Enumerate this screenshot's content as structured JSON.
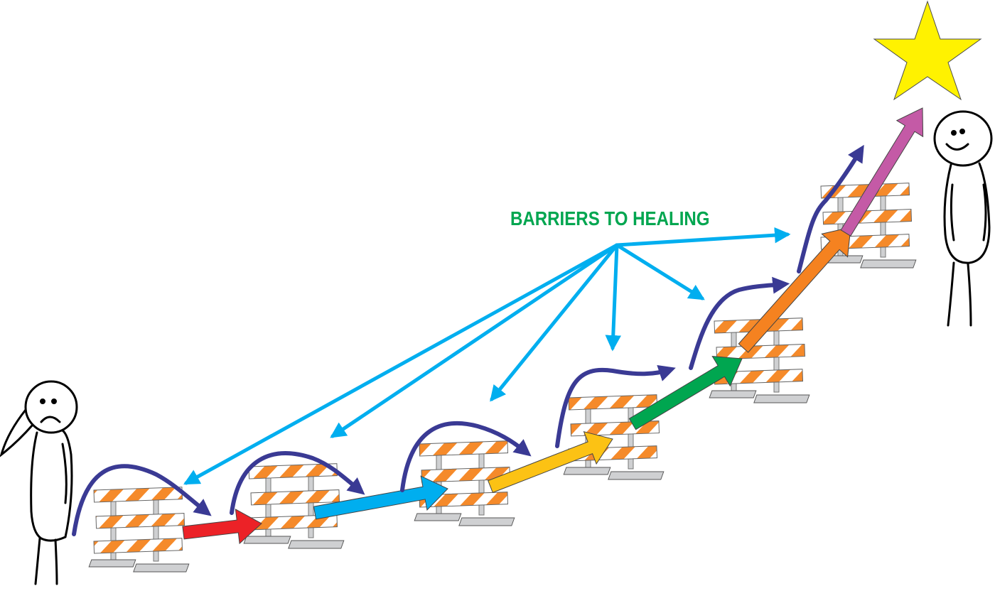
{
  "title": "BARRIERS TO HEALING",
  "colors": {
    "title": "#00a650",
    "pointer": "#00aeef",
    "hop": "#3a3a94",
    "barrier_orange": "#f58a2a",
    "barrier_frame": "#cfd0d2",
    "star": "#fff200"
  },
  "figures": {
    "start": "sad-stick-figure",
    "end": "happy-stick-figure"
  },
  "barrier_count": 6,
  "progress_arrow_colors": [
    "#ec2227",
    "#00aeef",
    "#fcc214",
    "#00a650",
    "#f58220",
    "#c45aa6"
  ]
}
